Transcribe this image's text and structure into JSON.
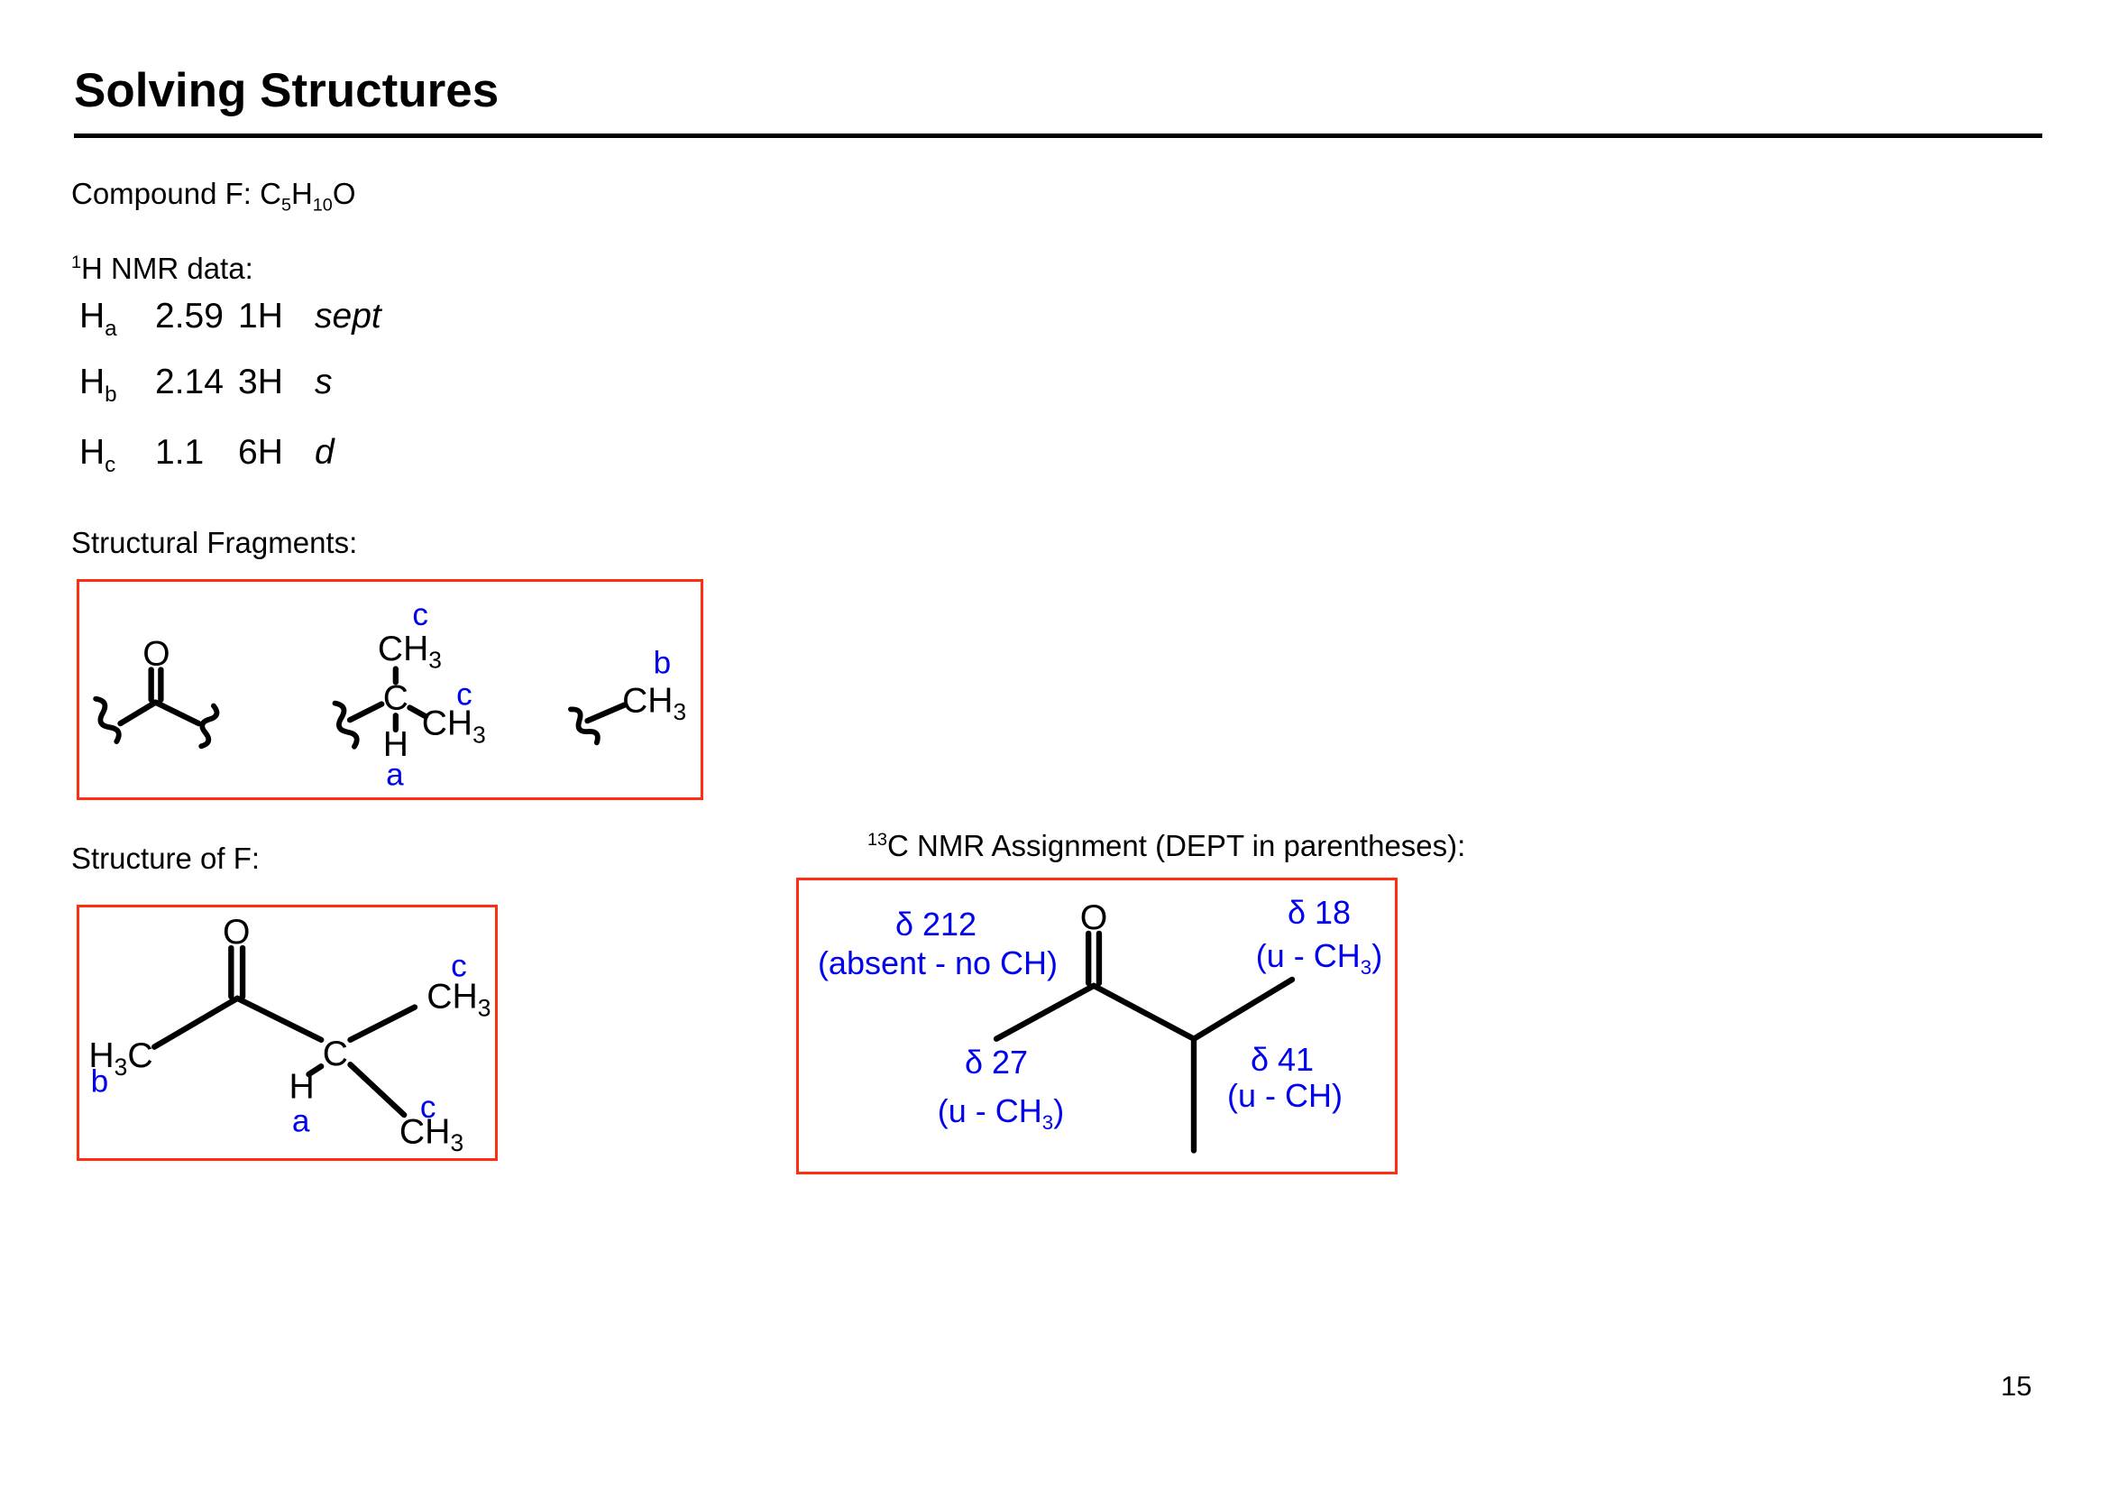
{
  "title": "Solving Structures",
  "page_number": "15",
  "compound": {
    "prefix": "Compound F: C",
    "sub1": "5",
    "mid": "H",
    "sub2": "10",
    "end": "O"
  },
  "h1_nmr": {
    "heading_sup": "1",
    "heading_rest": "H NMR data:",
    "rows": [
      {
        "nucleus": "H",
        "label": "a",
        "shift": "2.59",
        "integration": "1H",
        "multiplicity": "sept"
      },
      {
        "nucleus": "H",
        "label": "b",
        "shift": "2.14",
        "integration": "3H",
        "multiplicity": "s"
      },
      {
        "nucleus": "H",
        "label": "c",
        "shift": "1.1",
        "integration": "6H",
        "multiplicity": "d"
      }
    ]
  },
  "sections": {
    "fragments_label": "Structural Fragments:",
    "structure_label": "Structure of F:"
  },
  "fragments": {
    "carbonyl": {
      "o": "O"
    },
    "methine": {
      "top_assign": "c",
      "top_group": "CH",
      "top_sub": "3",
      "center": "C",
      "right_assign": "c",
      "right_group": "CH",
      "right_sub": "3",
      "h": "H",
      "h_assign": "a"
    },
    "methyl": {
      "assign": "b",
      "group": "CH",
      "sub": "3"
    }
  },
  "structure_f": {
    "o": "O",
    "methyl_left_h": "H",
    "methyl_left_sub": "3",
    "methyl_left_c": "C",
    "methyl_left_assign": "b",
    "center_c": "C",
    "center_h": "H",
    "center_h_assign": "a",
    "methyl_top_group": "CH",
    "methyl_top_sub": "3",
    "methyl_top_assign": "c",
    "methyl_bottom_group": "CH",
    "methyl_bottom_sub": "3",
    "methyl_bottom_assign": "c"
  },
  "c13": {
    "heading_sup": "13",
    "heading_rest": "C NMR Assignment (DEPT in parentheses):",
    "o": "O",
    "assignments": [
      {
        "shift": "δ 212",
        "dept_pre": "(absent - no CH)",
        "dept_sub": "",
        "dept_post": ""
      },
      {
        "shift": "δ 18",
        "dept_pre": "(u - CH",
        "dept_sub": "3",
        "dept_post": ")"
      },
      {
        "shift": "δ 27",
        "dept_pre": "(u - CH",
        "dept_sub": "3",
        "dept_post": ")"
      },
      {
        "shift": "δ 41",
        "dept_pre": "(u - CH)",
        "dept_sub": "",
        "dept_post": ""
      }
    ]
  },
  "colors": {
    "assignment_blue": "#0000ef",
    "box_border_red": "#ff2d11",
    "text_black": "#000000"
  }
}
